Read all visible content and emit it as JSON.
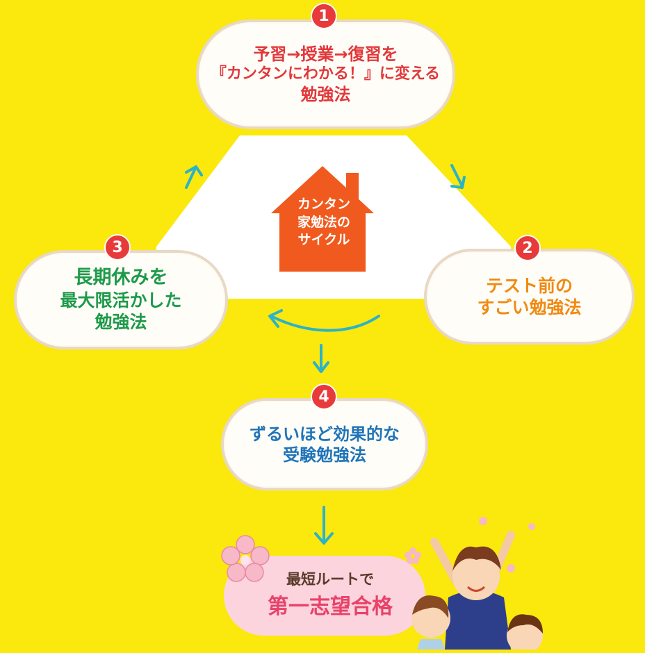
{
  "steps": [
    {
      "number": "1",
      "lines": [
        "予習→授業→復習を",
        "『カンタンにわかる！』に変える",
        "勉強法"
      ],
      "color": "#e2383a"
    },
    {
      "number": "2",
      "lines": [
        "テスト前の",
        "すごい勉強法"
      ],
      "color": "#f08a12"
    },
    {
      "number": "3",
      "lines": [
        "長期休みを",
        "最大限活かした",
        "勉強法"
      ],
      "color": "#1e9a4a"
    },
    {
      "number": "4",
      "lines": [
        "ずるいほど効果的な",
        "受験勉強法"
      ],
      "color": "#1f74b8"
    }
  ],
  "center": {
    "lines": [
      "カンタン",
      "家勉法の",
      "サイクル"
    ],
    "color": "#f05a1e"
  },
  "goal": {
    "lines": [
      "最短ルートで",
      "第一志望合格"
    ],
    "color": "#e8426a",
    "bg": "#fbd4dd"
  },
  "colors": {
    "background": "#fbe80c",
    "arrow": "#2bb3c7",
    "number": "#e83a3a"
  }
}
